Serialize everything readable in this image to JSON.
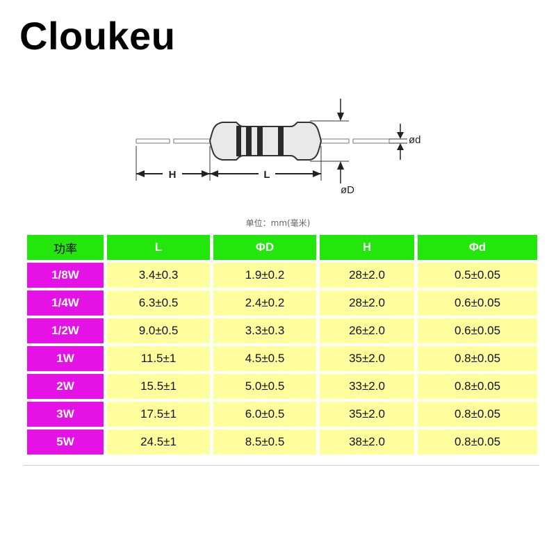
{
  "brand": "Cloukeu",
  "diagram": {
    "label_H": "H",
    "label_L": "L",
    "label_od": "ød",
    "label_oD": "øD",
    "band_colors": [
      "#2a2a2a",
      "#2a2a2a",
      "#2a2a2a",
      "#2a2a2a"
    ]
  },
  "unit_note": "单位：mm(毫米)",
  "table": {
    "headers": [
      "功率",
      "L",
      "ΦD",
      "H",
      "Φd"
    ],
    "rows": [
      {
        "power": "1/8W",
        "L": "3.4±0.3",
        "D": "1.9±0.2",
        "H": "28±2.0",
        "d": "0.5±0.05"
      },
      {
        "power": "1/4W",
        "L": "6.3±0.5",
        "D": "2.4±0.2",
        "H": "28±2.0",
        "d": "0.6±0.05"
      },
      {
        "power": "1/2W",
        "L": "9.0±0.5",
        "D": "3.3±0.3",
        "H": "26±2.0",
        "d": "0.6±0.05"
      },
      {
        "power": "1W",
        "L": "11.5±1",
        "D": "4.5±0.5",
        "H": "35±2.0",
        "d": "0.8±0.05"
      },
      {
        "power": "2W",
        "L": "15.5±1",
        "D": "5.0±0.5",
        "H": "33±2.0",
        "d": "0.8±0.05"
      },
      {
        "power": "3W",
        "L": "17.5±1",
        "D": "6.0±0.5",
        "H": "35±2.0",
        "d": "0.8±0.05"
      },
      {
        "power": "5W",
        "L": "24.5±1",
        "D": "8.5±0.5",
        "H": "38±2.0",
        "d": "0.8±0.05"
      }
    ]
  },
  "colors": {
    "header_green": "#22e60c",
    "power_magenta": "#e512e6",
    "cell_yellow": "#ffff9e"
  }
}
